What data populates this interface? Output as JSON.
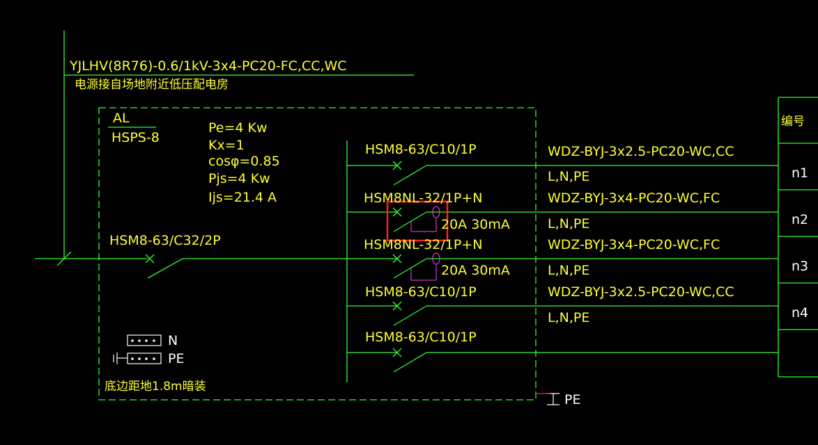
{
  "feeder": {
    "cable": "YJLHV(8R76)-0.6/1kV-3x4-PC20-FC,CC,WC",
    "source_note": "电源接自场地附近低压配电房"
  },
  "panel": {
    "name": "AL",
    "model": "HSPS-8",
    "pe": "Pe=4 Kw",
    "kx": "Kx=1",
    "cos": "cosφ=0.85",
    "pjs": "Pjs=4 Kw",
    "ijs": "Ijs=21.4  A",
    "main_breaker": "HSM8-63/C32/2P",
    "n_bar": "N",
    "pe_bar": "PE",
    "install_note": "底边距地1.8m暗装",
    "earth_label": "PE"
  },
  "circuits": [
    {
      "breaker": "HSM8-63/C10/1P",
      "cable": "WDZ-BYJ-3x2.5-PC20-WC,CC",
      "conductors": "L,N,PE",
      "id": "n1",
      "rcd": ""
    },
    {
      "breaker": "HSM8NL-32/1P+N",
      "cable": "WDZ-BYJ-3x4-PC20-WC,FC",
      "conductors": "L,N,PE",
      "id": "n2",
      "rcd": "20A 30mA"
    },
    {
      "breaker": "HSM8NL-32/1P+N",
      "cable": "WDZ-BYJ-3x4-PC20-WC,FC",
      "conductors": "L,N,PE",
      "id": "n3",
      "rcd": "20A 30mA"
    },
    {
      "breaker": "HSM8-63/C10/1P",
      "cable": "WDZ-BYJ-3x2.5-PC20-WC,CC",
      "conductors": "L,N,PE",
      "id": "n4",
      "rcd": ""
    },
    {
      "breaker": "HSM8-63/C10/1P",
      "cable": "",
      "conductors": "",
      "id": "",
      "rcd": ""
    }
  ],
  "table": {
    "header": "编号"
  },
  "colors": {
    "line": "#33ff33",
    "text_yellow": "#ffff33",
    "rcd": "#cc33cc",
    "highlight": "#ff2222",
    "earth": "#ff2222"
  }
}
